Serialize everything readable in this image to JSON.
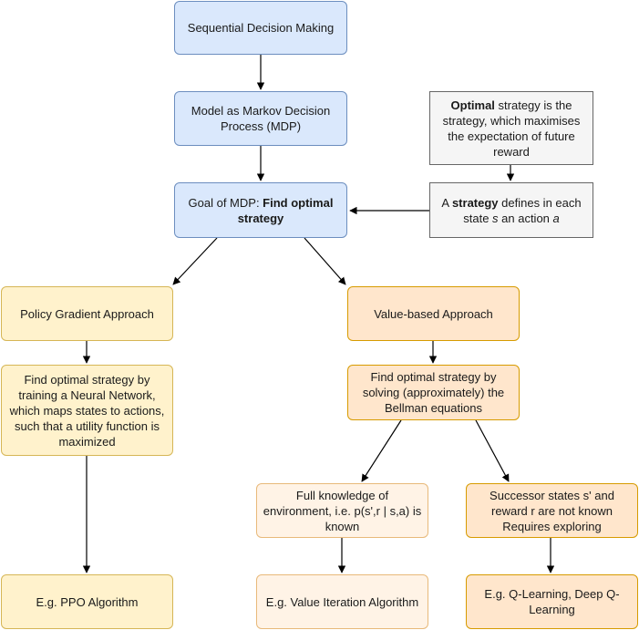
{
  "nodes": {
    "sdm": "Sequential Decision Making",
    "mdp": "Model as Markov Decision Process (MDP)",
    "goal": {
      "prefix": "Goal of MDP: ",
      "bold": "Find optimal strategy"
    },
    "optimal_def": {
      "bold": "Optimal",
      "rest": " strategy is the strategy, which maximises the expectation of future reward"
    },
    "strategy_def": {
      "pre": "A ",
      "bold": "strategy",
      "mid": " defines in each state ",
      "var_s": "s",
      "mid2": " an action ",
      "var_a": "a"
    },
    "policy_gradient": "Policy Gradient Approach",
    "value_based": "Value-based Approach",
    "nn_strategy": "Find optimal strategy by training a Neural Network, which maps states to actions, such that a utility function is maximized",
    "bellman": "Find optimal strategy by solving (approximately) the Bellman equations",
    "full_knowledge": "Full knowledge of environment, i.e. p(s',r | s,a) is known",
    "successor": "Successor states s' and reward r are not known Requires exploring",
    "ppo": "E.g. PPO Algorithm",
    "value_iteration": "E.g. Value Iteration Algorithm",
    "q_learning": "E.g. Q-Learning, Deep Q-Learning"
  },
  "colors": {
    "blue_fill": "#dae8fc",
    "blue_stroke": "#6c8ebf",
    "grey_fill": "#f5f5f5",
    "grey_stroke": "#666666",
    "yellow_fill": "#fff2cc",
    "yellow_stroke": "#d6b656",
    "orange_fill": "#ffe6cc",
    "orange_stroke": "#d79b00",
    "arrow": "#000000"
  }
}
